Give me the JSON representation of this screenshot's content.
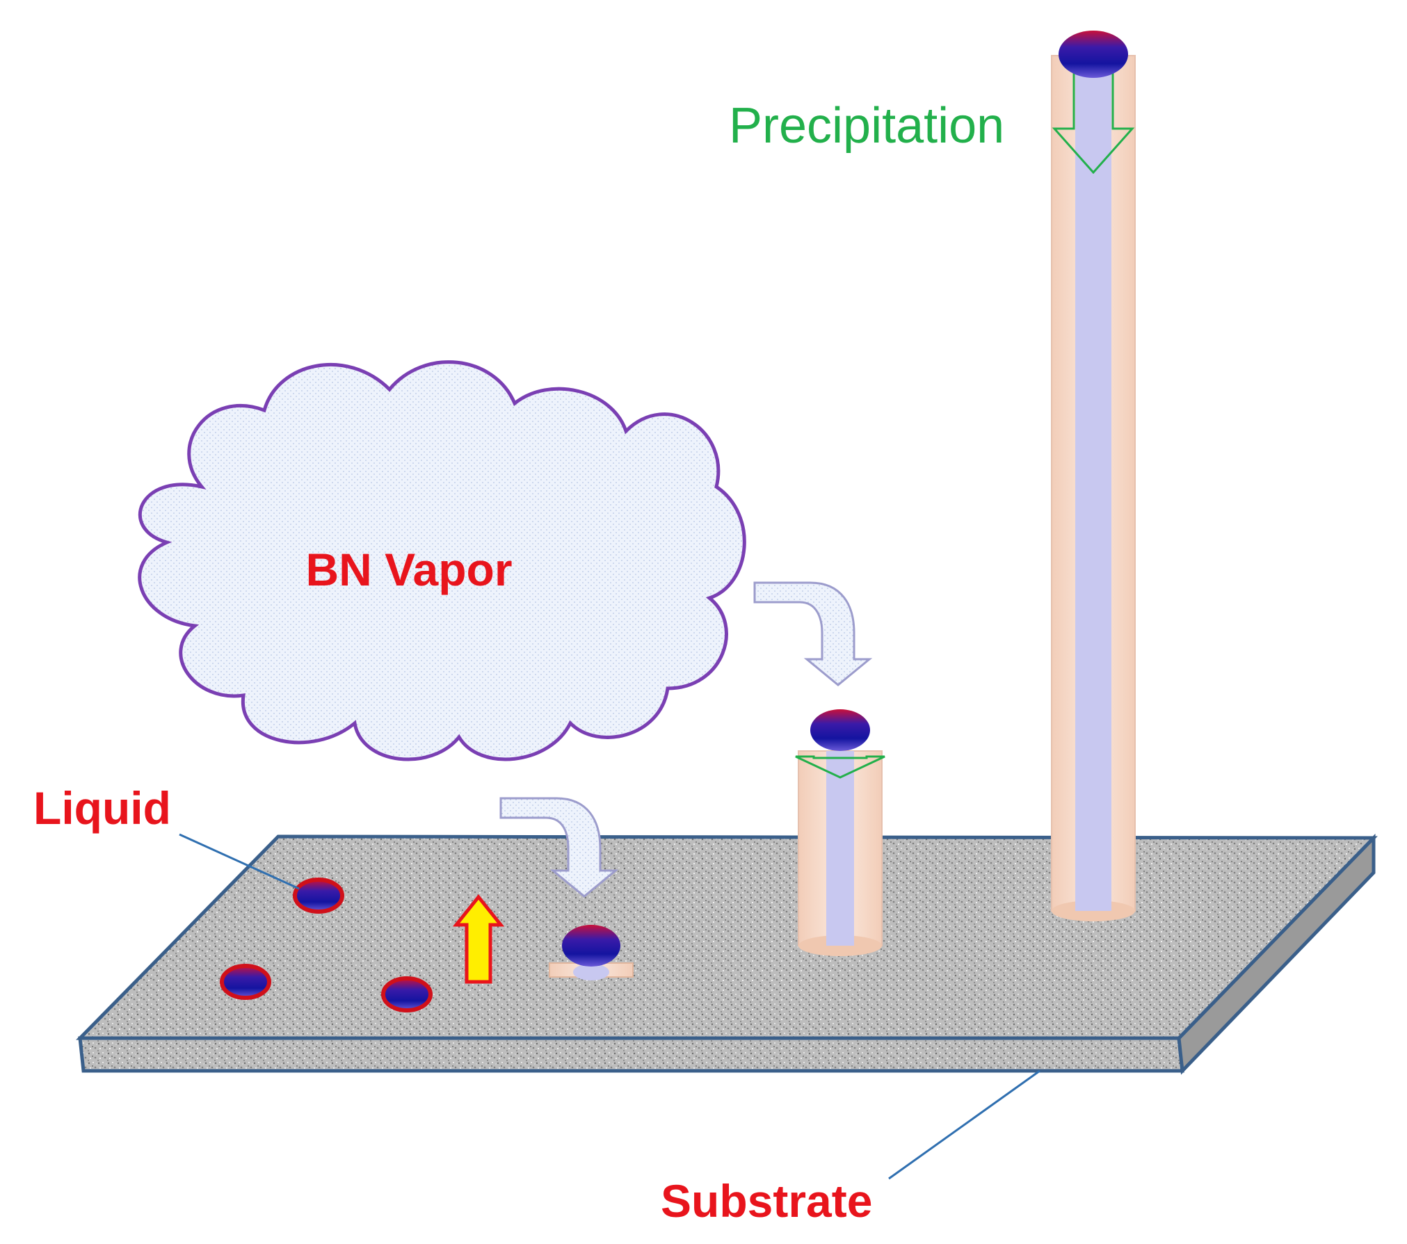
{
  "labels": {
    "bn_vapor": "BN Vapor",
    "liquid": "Liquid",
    "substrate": "Substrate",
    "precipitation": "Precipitation"
  },
  "colors": {
    "label_red": "#e8141c",
    "label_green": "#22b04b",
    "cloud_outline": "#7a3fb3",
    "cloud_fill": "#eaf0fb",
    "substrate_edge": "#3a5f8a",
    "substrate_top": "#b9b9b9",
    "droplet_rim": "#d0101a",
    "droplet_core": "#1a1aa0",
    "tube_shell": "#f6dccd",
    "tube_core": "#c8c8f0",
    "leader_line": "#2f6fb0",
    "growth_arrow": "#ffee00"
  }
}
